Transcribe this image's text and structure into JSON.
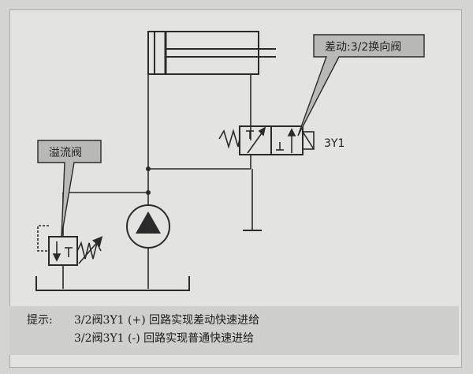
{
  "callouts": {
    "valve_3_2": "差动:3/2换向阀",
    "relief_valve": "溢流阀"
  },
  "coil_label": "3Y1",
  "hint": {
    "label": "提示:",
    "lines": [
      "3/2阀3Y1 (+) 回路实现差动快速进给",
      "3/2阀3Y1 (-) 回路实现普通快速进给"
    ]
  },
  "colors": {
    "line": "#2a2a2a",
    "callout_fill": "#b9b9b5",
    "panel": "#f3f3f0",
    "hint_bar": "#cfcfcb"
  }
}
